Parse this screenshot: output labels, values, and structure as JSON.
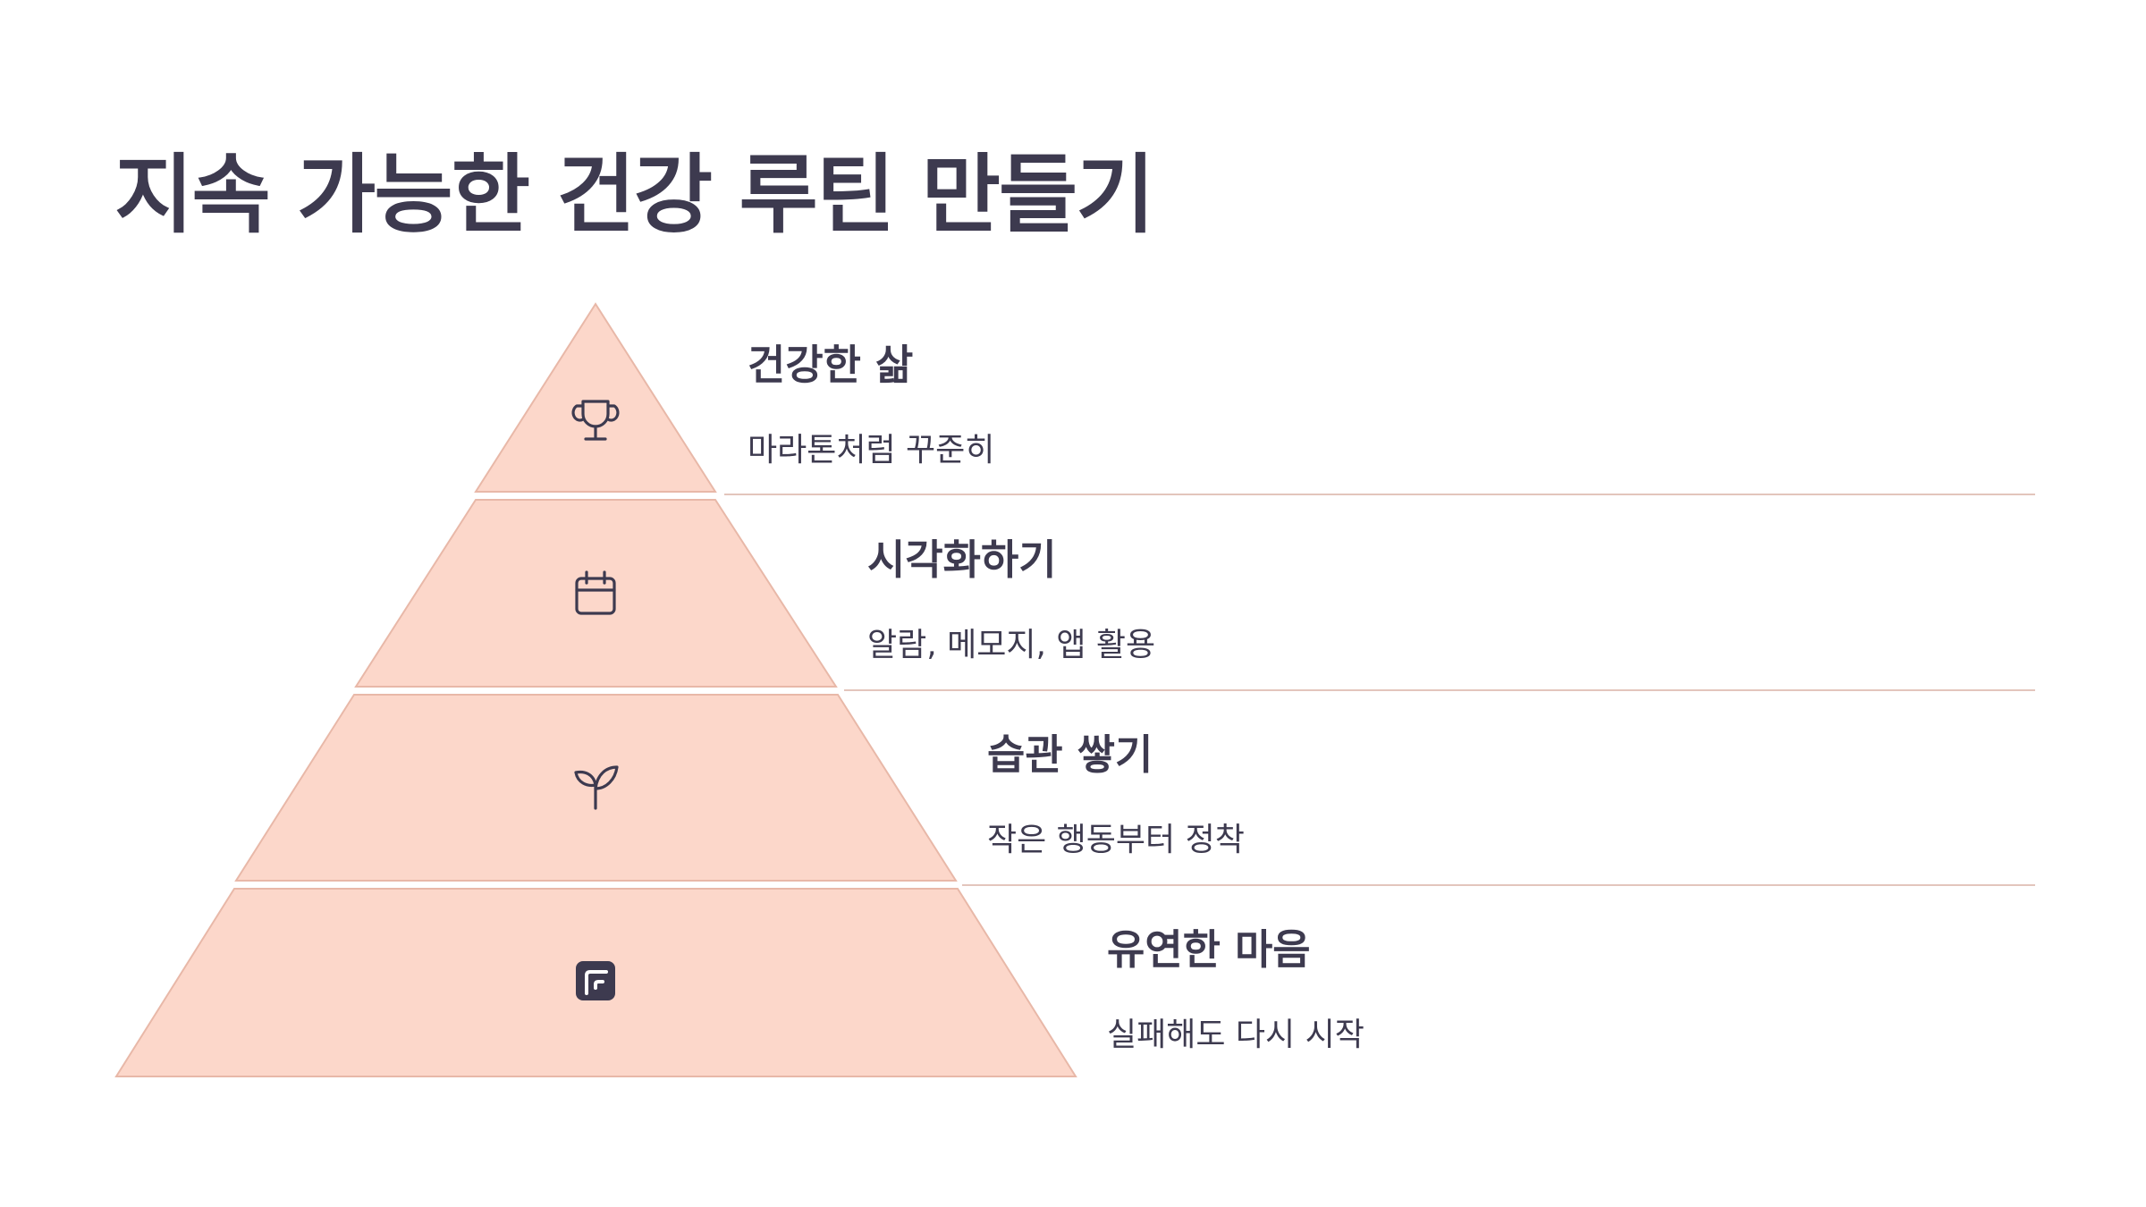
{
  "title": "지속 가능한 건강 루틴 만들기",
  "colors": {
    "tier_fill": "#fcd7ca",
    "tier_stroke": "#e8b8a8",
    "divider": "#e3c5bc",
    "text": "#3d3a4f"
  },
  "tiers": [
    {
      "heading": "건강한 삶",
      "description": "마라톤처럼 꾸준히",
      "icon": "trophy-icon"
    },
    {
      "heading": "시각화하기",
      "description": "알람, 메모지, 앱 활용",
      "icon": "calendar-icon"
    },
    {
      "heading": "습관 쌓기",
      "description": "작은 행동부터 정착",
      "icon": "sprout-icon"
    },
    {
      "heading": "유연한 마음",
      "description": "실패해도 다시 시작",
      "icon": "flexible-mind-icon"
    }
  ]
}
